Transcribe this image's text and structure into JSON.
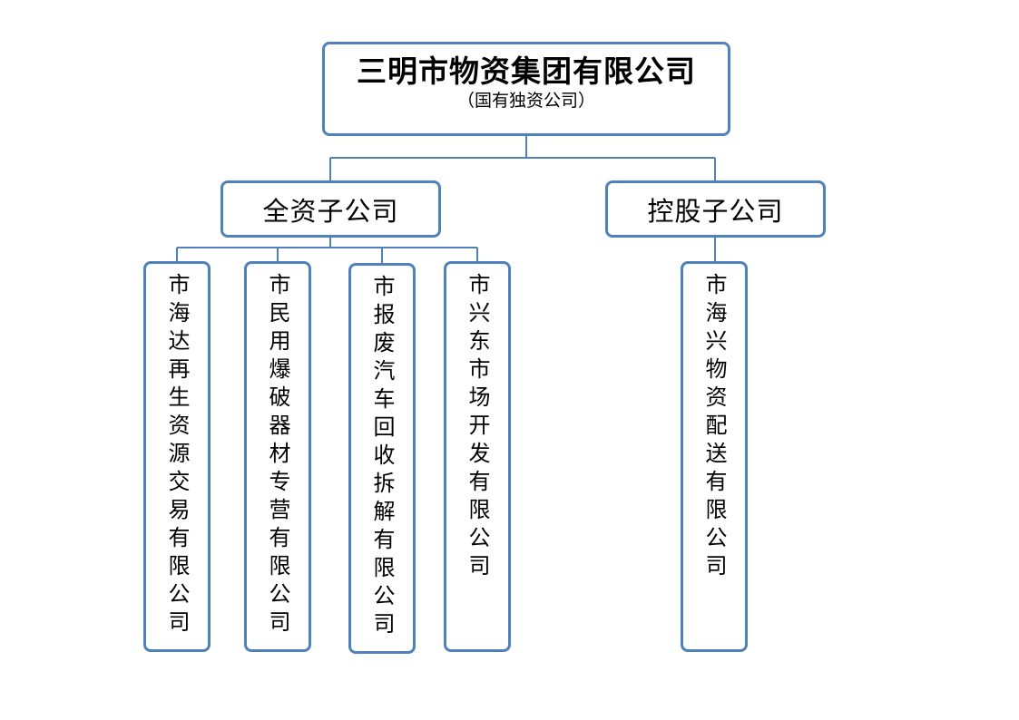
{
  "org_chart": {
    "root": {
      "title": "三明市物资集团有限公司",
      "subtitle": "（国有独资公司）"
    },
    "branches": [
      {
        "label": "全资子公司",
        "children": [
          "市海达再生资源交易有限公司",
          "市民用爆破器材专营有限公司",
          "市报废汽车回收拆解有限公司",
          "市兴东市场开发有限公司"
        ]
      },
      {
        "label": "控股子公司",
        "children": [
          "市海兴物资配送有限公司"
        ]
      }
    ]
  },
  "colors": {
    "box_border": "#4f81bd",
    "connector": "#4f81bd"
  }
}
